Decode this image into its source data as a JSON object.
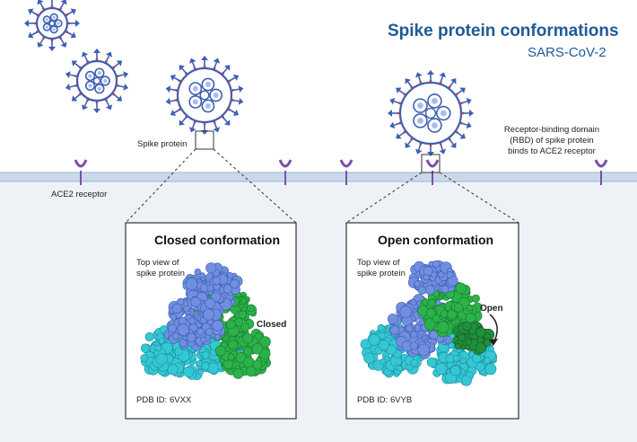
{
  "title": "Spike protein conformations",
  "subtitle": "SARS-CoV-2",
  "labels": {
    "spike_protein": "Spike protein",
    "ace2_receptor": "ACE2 receptor",
    "rbd_line1": "Receptor-binding domain",
    "rbd_line2": "(RBD) of spike protein",
    "rbd_line3": "binds to ACE2 receptor"
  },
  "panels": {
    "closed": {
      "title": "Closed conformation",
      "top_view_line1": "Top view of",
      "top_view_line2": "spike protein",
      "state_label": "Closed",
      "pdb": "PDB ID: 6VXX"
    },
    "open": {
      "title": "Open conformation",
      "top_view_line1": "Top view of",
      "top_view_line2": "spike protein",
      "state_label": "Open",
      "pdb": "PDB ID: 6VYB"
    }
  },
  "colors": {
    "title": "#1f5a96",
    "virus_spike": "#3d5fb3",
    "membrane": "#c9d9ea",
    "cell_bg": "#eef2f6",
    "protein_blue": "#6f8fe0",
    "protein_green": "#2bb24a",
    "protein_cyan": "#34c8d6",
    "receptor": "#7b4fa6"
  },
  "icons": [
    "virus-icon",
    "ace2-receptor-icon",
    "curved-arrow-icon"
  ]
}
